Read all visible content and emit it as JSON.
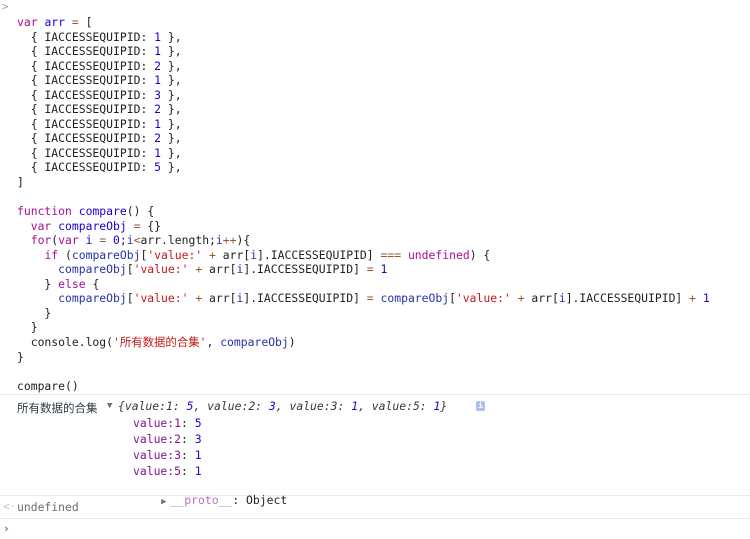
{
  "console": {
    "input_prompt_glyph": ">",
    "code_lines": [
      [
        [
          "kw",
          "var"
        ],
        [
          "vr",
          " "
        ],
        [
          "def",
          "arr"
        ],
        [
          "vr",
          " "
        ],
        [
          "op",
          "="
        ],
        [
          "vr",
          " ["
        ]
      ],
      [
        [
          "vr",
          "  { IACCESSEQUIPID: "
        ],
        [
          "num",
          "1"
        ],
        [
          "vr",
          " },"
        ]
      ],
      [
        [
          "vr",
          "  { IACCESSEQUIPID: "
        ],
        [
          "num",
          "1"
        ],
        [
          "vr",
          " },"
        ]
      ],
      [
        [
          "vr",
          "  { IACCESSEQUIPID: "
        ],
        [
          "num",
          "2"
        ],
        [
          "vr",
          " },"
        ]
      ],
      [
        [
          "vr",
          "  { IACCESSEQUIPID: "
        ],
        [
          "num",
          "1"
        ],
        [
          "vr",
          " },"
        ]
      ],
      [
        [
          "vr",
          "  { IACCESSEQUIPID: "
        ],
        [
          "num",
          "3"
        ],
        [
          "vr",
          " },"
        ]
      ],
      [
        [
          "vr",
          "  { IACCESSEQUIPID: "
        ],
        [
          "num",
          "2"
        ],
        [
          "vr",
          " },"
        ]
      ],
      [
        [
          "vr",
          "  { IACCESSEQUIPID: "
        ],
        [
          "num",
          "1"
        ],
        [
          "vr",
          " },"
        ]
      ],
      [
        [
          "vr",
          "  { IACCESSEQUIPID: "
        ],
        [
          "num",
          "2"
        ],
        [
          "vr",
          " },"
        ]
      ],
      [
        [
          "vr",
          "  { IACCESSEQUIPID: "
        ],
        [
          "num",
          "1"
        ],
        [
          "vr",
          " },"
        ]
      ],
      [
        [
          "vr",
          "  { IACCESSEQUIPID: "
        ],
        [
          "num",
          "5"
        ],
        [
          "vr",
          " },"
        ]
      ],
      [
        [
          "vr",
          "]"
        ]
      ],
      [
        [
          "vr",
          ""
        ]
      ],
      [
        [
          "kw",
          "function"
        ],
        [
          "vr",
          " "
        ],
        [
          "def",
          "compare"
        ],
        [
          "vr",
          "() {"
        ]
      ],
      [
        [
          "vr",
          "  "
        ],
        [
          "kw",
          "var"
        ],
        [
          "vr",
          " "
        ],
        [
          "def",
          "compareObj"
        ],
        [
          "vr",
          " "
        ],
        [
          "op",
          "="
        ],
        [
          "vr",
          " {}"
        ]
      ],
      [
        [
          "vr",
          "  "
        ],
        [
          "kw",
          "for"
        ],
        [
          "vr",
          "("
        ],
        [
          "kw",
          "var"
        ],
        [
          "vr",
          " "
        ],
        [
          "def",
          "i"
        ],
        [
          "vr",
          " "
        ],
        [
          "op",
          "="
        ],
        [
          "vr",
          " "
        ],
        [
          "num",
          "0"
        ],
        [
          "vr",
          ";"
        ],
        [
          "obj",
          "i"
        ],
        [
          "op",
          "<"
        ],
        [
          "vr",
          "arr.length;"
        ],
        [
          "obj",
          "i"
        ],
        [
          "op",
          "++"
        ],
        [
          "vr",
          "){"
        ]
      ],
      [
        [
          "vr",
          "    "
        ],
        [
          "kw",
          "if"
        ],
        [
          "vr",
          " ("
        ],
        [
          "obj",
          "compareObj"
        ],
        [
          "vr",
          "["
        ],
        [
          "str",
          "'value:'"
        ],
        [
          "vr",
          " "
        ],
        [
          "op",
          "+"
        ],
        [
          "vr",
          " arr["
        ],
        [
          "obj",
          "i"
        ],
        [
          "vr",
          "].IACCESSEQUIPID] "
        ],
        [
          "op",
          "==="
        ],
        [
          "vr",
          " "
        ],
        [
          "kw",
          "undefined"
        ],
        [
          "vr",
          ") {"
        ]
      ],
      [
        [
          "vr",
          "      "
        ],
        [
          "obj",
          "compareObj"
        ],
        [
          "vr",
          "["
        ],
        [
          "str",
          "'value:'"
        ],
        [
          "vr",
          " "
        ],
        [
          "op",
          "+"
        ],
        [
          "vr",
          " arr["
        ],
        [
          "obj",
          "i"
        ],
        [
          "vr",
          "].IACCESSEQUIPID] "
        ],
        [
          "op",
          "="
        ],
        [
          "vr",
          " "
        ],
        [
          "num",
          "1"
        ]
      ],
      [
        [
          "vr",
          "    } "
        ],
        [
          "kw",
          "else"
        ],
        [
          "vr",
          " {"
        ]
      ],
      [
        [
          "vr",
          "      "
        ],
        [
          "obj",
          "compareObj"
        ],
        [
          "vr",
          "["
        ],
        [
          "str",
          "'value:'"
        ],
        [
          "vr",
          " "
        ],
        [
          "op",
          "+"
        ],
        [
          "vr",
          " arr["
        ],
        [
          "obj",
          "i"
        ],
        [
          "vr",
          "].IACCESSEQUIPID] "
        ],
        [
          "op",
          "="
        ],
        [
          "vr",
          " "
        ],
        [
          "obj",
          "compareObj"
        ],
        [
          "vr",
          "["
        ],
        [
          "str",
          "'value:'"
        ],
        [
          "vr",
          " "
        ],
        [
          "op",
          "+"
        ],
        [
          "vr",
          " arr["
        ],
        [
          "obj",
          "i"
        ],
        [
          "vr",
          "].IACCESSEQUIPID] "
        ],
        [
          "op",
          "+"
        ],
        [
          "vr",
          " "
        ],
        [
          "num",
          "1"
        ]
      ],
      [
        [
          "vr",
          "    }"
        ]
      ],
      [
        [
          "vr",
          "  }"
        ]
      ],
      [
        [
          "vr",
          "  console.log("
        ],
        [
          "str",
          "'所有数据的合集'"
        ],
        [
          "vr",
          ", "
        ],
        [
          "obj",
          "compareObj"
        ],
        [
          "vr",
          ")"
        ]
      ],
      [
        [
          "vr",
          "}"
        ]
      ],
      [
        [
          "vr",
          ""
        ]
      ],
      [
        [
          "vr",
          "compare()"
        ]
      ]
    ],
    "log": {
      "label": "所有数据的合集",
      "toggle_glyph": "▼",
      "summary": [
        {
          "key": "value:1",
          "value": "5"
        },
        {
          "key": "value:2",
          "value": "3"
        },
        {
          "key": "value:3",
          "value": "1"
        },
        {
          "key": "value:5",
          "value": "1"
        }
      ],
      "info_badge": "i",
      "properties": [
        {
          "key": "value:1",
          "value": "5"
        },
        {
          "key": "value:2",
          "value": "3"
        },
        {
          "key": "value:3",
          "value": "1"
        },
        {
          "key": "value:5",
          "value": "1"
        }
      ],
      "proto_toggle_glyph": "▶",
      "proto_key": "__proto__",
      "proto_value": "Object"
    },
    "result": {
      "glyph": "<·",
      "text": "undefined"
    },
    "prompt": {
      "caret": "›"
    },
    "colors": {
      "keyword": "#aa0d91",
      "number": "#1c00cf",
      "string": "#c41a16",
      "property_key": "#881391",
      "prompt_caret": "#2d6fd6"
    }
  }
}
